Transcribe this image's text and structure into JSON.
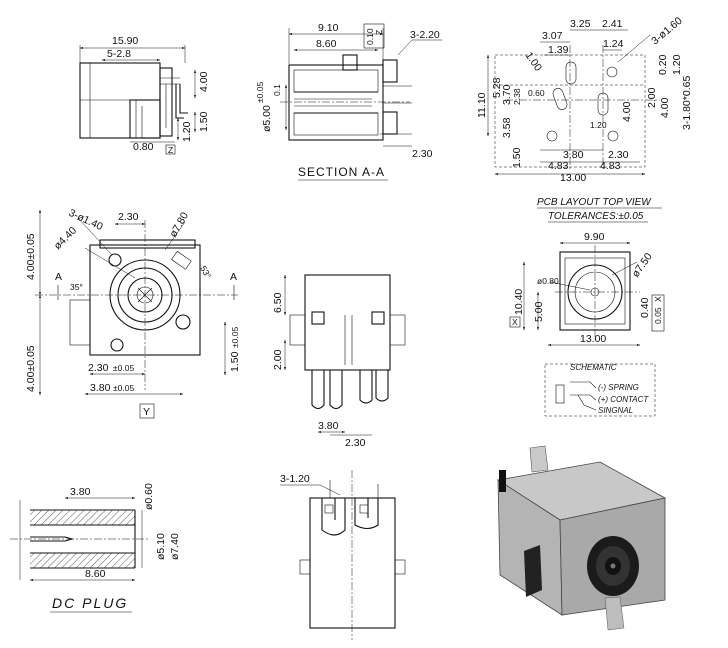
{
  "top_left": {
    "overall": "15.90",
    "pitch": "5-2.8",
    "height": "4.00",
    "lower": "1.50",
    "pin": "1.20",
    "offset": "0.80",
    "datum": "Z"
  },
  "section": {
    "width": "9.10",
    "inner": "8.60",
    "tol": "0.10",
    "tol_ref": "Z",
    "pin": "3-2.20",
    "dia": "ø5.00",
    "dia_tol": "±0.05",
    "dia_small": "0.1",
    "depth": "2.30",
    "title": "SECTION A-A"
  },
  "pcb": {
    "d_325": "3.25",
    "d_241": "2.41",
    "d_307": "3.07",
    "d_139": "1.39",
    "d_124": "1.24",
    "holes": "3-ø1.60",
    "d_100": "1.00",
    "d_020": "0.20",
    "d_120a": "1.20",
    "d_1110": "11.10",
    "d_528": "5.28",
    "d_370": "3.70",
    "d_238": "2.38",
    "d_060": "0.60",
    "d_358": "3.58",
    "d_200": "2.00",
    "d_400": "4.00",
    "d_400b": "4.00",
    "d_slot": "3-1.80*0.65",
    "d_120b": "1.20",
    "d_150": "1.50",
    "d_380": "3.80",
    "d_230": "2.30",
    "d_483a": "4.83",
    "d_483b": "4.83",
    "d_1300": "13.00",
    "title": "PCB LAYOUT TOP VIEW",
    "tolerance": "TOLERANCES:±0.05"
  },
  "front": {
    "height": "4.00±0.05",
    "bottom": "4.00±0.05",
    "holes": "3-ø1.40",
    "d_230": "2.30",
    "d_780": "ø7.80",
    "d_440": "ø4.40",
    "angle1": "35°",
    "angle2": "53°",
    "label_a": "A",
    "d_230b": "2.30",
    "d_230b_tol": "±0.05",
    "d_380": "3.80",
    "d_380_tol": "±0.05",
    "d_150": "1.50",
    "d_150_tol": "±0.05",
    "axis_y": "Y"
  },
  "side": {
    "d_650": "6.50",
    "d_200": "2.00",
    "d_380": "3.80",
    "d_230": "2.30"
  },
  "top_view": {
    "d_990": "9.90",
    "d_750": "ø7.50",
    "d_080": "ø0.80",
    "d_1040": "10.40",
    "d_500": "5.00",
    "d_040": "0.40",
    "d_1300": "13.00",
    "tol": "0.05",
    "tol_ref": "X",
    "datum": "X"
  },
  "schematic": {
    "title": "SCHEMATIC",
    "spring": "(-)  SPRING",
    "contact": "(+)  CONTACT",
    "signal": "SINGNAL"
  },
  "plug": {
    "d_380": "3.80",
    "d_060": "ø0.60",
    "d_510": "ø5.10",
    "d_740": "ø7.40",
    "d_860": "8.60",
    "title": "DC PLUG"
  },
  "pins": {
    "label": "3-1.20"
  }
}
